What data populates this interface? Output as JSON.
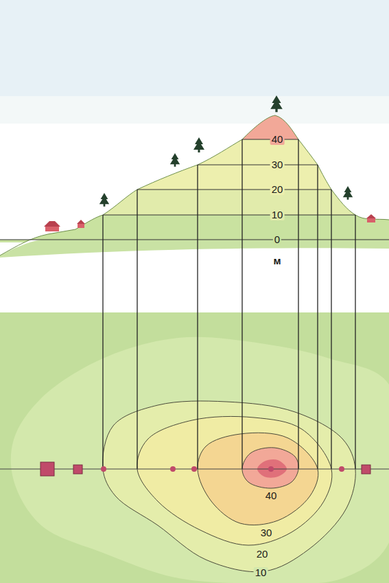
{
  "diagram": {
    "labels": [
      "40",
      "30",
      "20",
      "10",
      "0",
      "м",
      "40",
      "30",
      "20",
      "10"
    ]
  }
}
